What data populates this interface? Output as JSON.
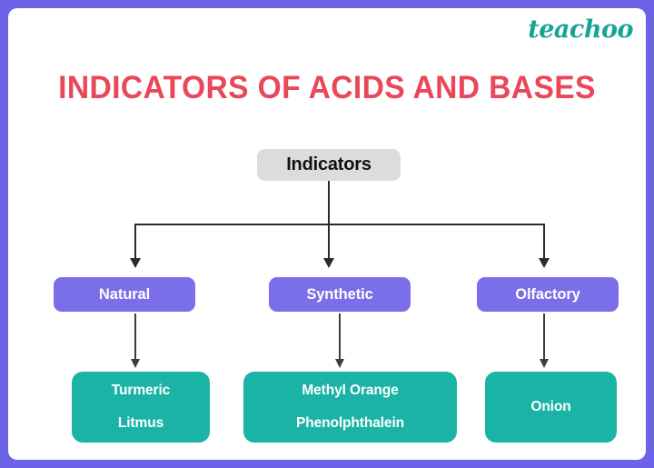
{
  "page": {
    "logo": "teachoo",
    "title": "INDICATORS OF ACIDS AND BASES",
    "border_color": "#6c63e8",
    "background_color": "#ffffff",
    "title_color": "#e8485a",
    "logo_color": "#16a596"
  },
  "diagram": {
    "type": "tree-flowchart",
    "root": {
      "label": "Indicators",
      "fill": "#dcdcdc",
      "text_color": "#111111"
    },
    "level2": [
      {
        "label": "Natural",
        "fill": "#7a6fe8",
        "text_color": "#ffffff"
      },
      {
        "label": "Synthetic",
        "fill": "#7a6fe8",
        "text_color": "#ffffff"
      },
      {
        "label": "Olfactory",
        "fill": "#7a6fe8",
        "text_color": "#ffffff"
      }
    ],
    "level3": [
      {
        "lines": [
          "Turmeric",
          "Litmus"
        ],
        "line1": "Turmeric",
        "line2": "Litmus",
        "fill": "#1bb3a6",
        "text_color": "#ffffff",
        "parent": "Natural"
      },
      {
        "lines": [
          "Methyl Orange",
          "Phenolphthalein"
        ],
        "line1": "Methyl Orange",
        "line2": "Phenolphthalein",
        "fill": "#1bb3a6",
        "text_color": "#ffffff",
        "parent": "Synthetic"
      },
      {
        "lines": [
          "Onion"
        ],
        "line1": "Onion",
        "line2": "",
        "fill": "#1bb3a6",
        "text_color": "#ffffff",
        "parent": "Olfactory"
      }
    ],
    "connector_color": "#2b2b2b"
  }
}
